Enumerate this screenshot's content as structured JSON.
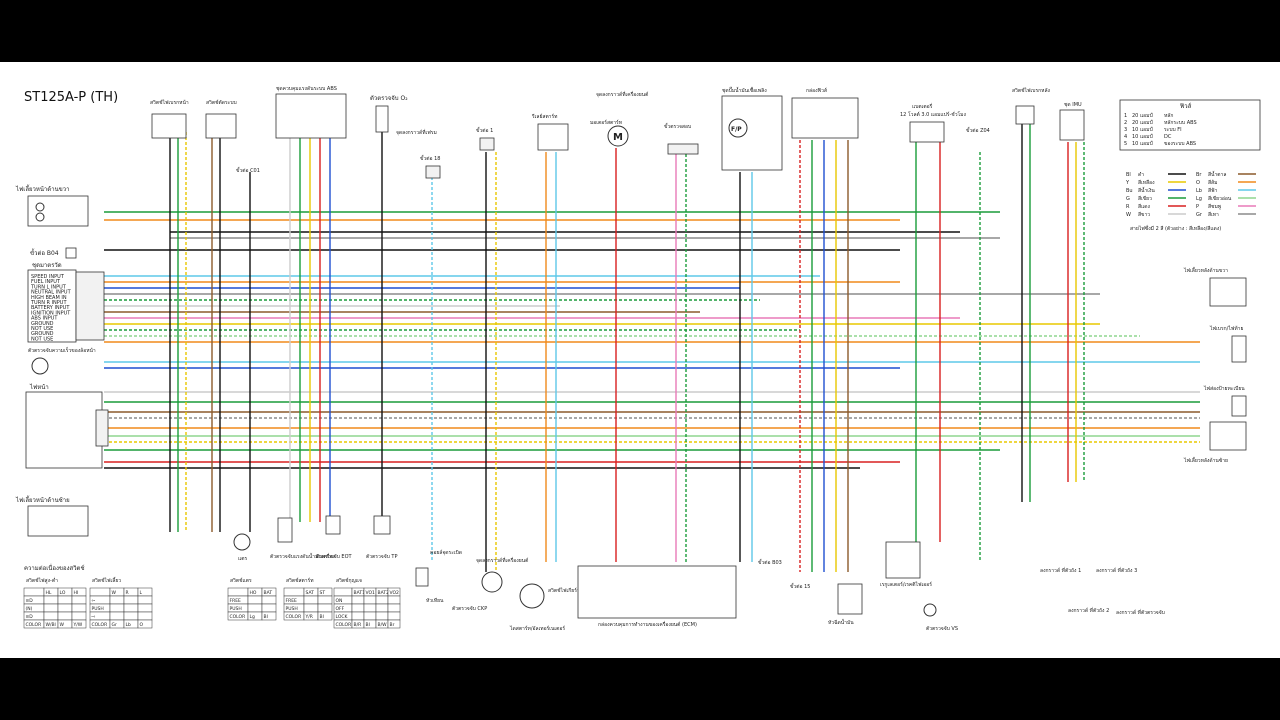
{
  "title": "ST125A-P (TH)",
  "fuse_box": {
    "title": "ฟิวส์",
    "rows": [
      {
        "no": "1",
        "amp": "20 แอมป์",
        "name": "หลัก"
      },
      {
        "no": "2",
        "amp": "20 แอมป์",
        "name": "หลักระบบ ABS"
      },
      {
        "no": "3",
        "amp": "10 แอมป์",
        "name": "ระบบ FI"
      },
      {
        "no": "4",
        "amp": "10 แอมป์",
        "name": "DC"
      },
      {
        "no": "5",
        "amp": "10 แอมป์",
        "name": "ของระบบ ABS"
      }
    ]
  },
  "color_legend": {
    "rows": [
      {
        "code": "Bl",
        "name": "ดำ",
        "color": "#111111",
        "code2": "Br",
        "name2": "สีน้ำตาล",
        "color2": "#8b5a2b"
      },
      {
        "code": "Y",
        "name": "สีเหลือง",
        "color": "#e8c800",
        "code2": "O",
        "name2": "สีส้ม",
        "color2": "#f08a1c"
      },
      {
        "code": "Bu",
        "name": "สีน้ำเงิน",
        "color": "#1f4fd1",
        "code2": "Lb",
        "name2": "สีฟ้า",
        "color2": "#5ec8e8"
      },
      {
        "code": "G",
        "name": "สีเขียว",
        "color": "#1a9c3a",
        "code2": "Lg",
        "name2": "สีเขียวอ่อน",
        "color2": "#8fd68f"
      },
      {
        "code": "R",
        "name": "สีแดง",
        "color": "#d92020",
        "code2": "P",
        "name2": "สีชมพู",
        "color2": "#e87ab8"
      },
      {
        "code": "W",
        "name": "สีขาว",
        "color": "#cccccc",
        "code2": "Gr",
        "name2": "สีเทา",
        "color2": "#8c8c8c"
      }
    ],
    "note": "สายไฟซึ่งมี 2 สี (ตัวอย่าง : สีเหลือง/สีแดง)"
  },
  "labels": {
    "turn_front_right": "ไฟเลี้ยวหน้าด้านขวา",
    "turn_front_left": "ไฟเลี้ยวหน้าด้านซ้าย",
    "b04": "ขั้วต่อ B04",
    "meter": "ชุดมาตรวัด",
    "speed_sensor": "ตัวตรวจจับความเร็วของล้อหน้า",
    "headlight": "ไฟหน้า",
    "dimmer_sw": "สวิตช์ไฟสูง-ต่ำ",
    "brake_sw_front": "สวิตช์ไฟเบรกหน้า",
    "starter_sw": "สวิตช์สตาร์ท",
    "engine_stop_sw": "สวิตช์ตัดระบบ",
    "abs_unit": "ชุดควบคุมแรงดันระบบ ABS",
    "o2_sensor": "ตัวตรวจจับ O₂",
    "ground_frame": "จุดลงกราวด์ที่เฟรม",
    "c01": "ขั้วต่อ C01",
    "c1": "ขั้วต่อ 1",
    "c18": "ขั้วต่อ 18",
    "starter_relay": "รีเลย์สตาร์ท",
    "starter_motor": "มอเตอร์สตาร์ท",
    "motor_ground": "จุดลงกราวด์ที่เครื่องยนต์",
    "dlc": "ขั้วตรวจสอบ",
    "fuel_pump": "ชุดปั๊มน้ำมันเชื้อเพลิง",
    "fuel_pump_motor": "ปั๊มน้ำมันเชื้อเพลิง",
    "fuel_level": "ตัวตรวจจับระดับน้ำมัน",
    "fuse_box_label": "กล่องฟิวส์",
    "battery": "แบตเตอรี่",
    "battery_spec": "12 โวลต์ 3.0 แอมแปร์-ชั่วโมง",
    "rear_brake_sw": "สวิตช์ไฟเบรกหลัง",
    "c204": "ขั้วต่อ Z04",
    "imu": "ชุด IMU",
    "turn_rear_right": "ไฟเลี้ยวหลังด้านขวา",
    "tail_brake": "ไฟเบรก/ไฟท้าย",
    "plate_light": "ไฟส่องป้ายทะเบียน",
    "turn_rear_left": "ไฟเลี้ยวหลังด้านซ้าย",
    "horn": "แตร",
    "oil_pressure": "ตัวตรวจจับแรงดันน้ำมันเครื่อง",
    "eot_sensor": "ตัวตรวจจับ EOT",
    "tp_sensor": "ตัวตรวจจับ TP",
    "ignition_coil": "คอยล์จุดระเบิด",
    "spark_plug": "หัวเทียน",
    "ckp_sensor": "ตัวตรวจจับ CKP",
    "ground_engine": "จุดลงกราวด์ที่เครื่องยนต์",
    "neutral_sw": "สวิตช์ไฟเกียร์ว่าง",
    "alternator": "ไดสตาร์ท/อัลเทอร์เนเตอร์",
    "ecm": "กล่องควบคุมการทำงานของเครื่องยนต์ (ECM)",
    "b03": "ขั้วต่อ B03",
    "c15": "ขั้วต่อ 15",
    "injector": "หัวฉีดน้ำมัน",
    "regulator": "เรกูเลเตอร์/เรคติไฟเออร์",
    "vs_sensor": "ตัวตรวจจับ VS",
    "ground1": "ลงกราวด์ ที่ตัวถัง 1",
    "ground2": "ลงกราวด์ ที่ตัวถัง 2",
    "ground3": "ลงกราวด์ ที่ตัวถัง 3",
    "ground_sensor": "ลงกราวด์ ที่ตัวตรวจจับ",
    "sw_cont_title": "ความต่อเนื่องของสวิตช์"
  },
  "meter_pins": [
    "SPEED INPUT",
    "FUEL INPUT",
    "TURN L INPUT",
    "NEUTRAL INPUT",
    "HIGH BEAM IN",
    "TURN R INPUT",
    "BATTERY INPUT",
    "IGNITION INPUT",
    "ABS INPUT",
    "GROUND",
    "NOT USE",
    "GROUND",
    "NOT USE"
  ],
  "switch_tables": [
    {
      "title": "สวิตช์ไฟสูง-ต่ำ",
      "head": [
        "",
        "HL",
        "LO",
        "HI"
      ],
      "rows": [
        [
          "≡D",
          "",
          "",
          ""
        ],
        [
          "(N)",
          "",
          "",
          ""
        ],
        [
          "≡D",
          "",
          "",
          ""
        ],
        [
          "COLOR",
          "W/Bl",
          "W",
          "Y/W"
        ]
      ]
    },
    {
      "title": "สวิตช์ไฟเลี้ยว",
      "head": [
        "",
        "W",
        "R",
        "L"
      ],
      "rows": [
        [
          "⇦",
          "",
          "",
          ""
        ],
        [
          "PUSH",
          "",
          "",
          ""
        ],
        [
          "⇨",
          "",
          "",
          ""
        ],
        [
          "COLOR",
          "Gr",
          "Lb",
          "O"
        ]
      ]
    },
    {
      "title": "สวิตช์แตร",
      "head": [
        "",
        "HO",
        "BAT"
      ],
      "rows": [
        [
          "FREE",
          "",
          ""
        ],
        [
          "PUSH",
          "",
          ""
        ],
        [
          "COLOR",
          "Lg",
          "Bl"
        ]
      ]
    },
    {
      "title": "สวิตช์สตาร์ท",
      "head": [
        "",
        "SAT",
        "ST"
      ],
      "rows": [
        [
          "FREE",
          "",
          ""
        ],
        [
          "PUSH",
          "",
          ""
        ],
        [
          "COLOR",
          "Y/R",
          "Bl"
        ]
      ]
    },
    {
      "title": "สวิตช์กุญแจ",
      "head": [
        "",
        "BAT1",
        "VO1",
        "BAT2",
        "VO2"
      ],
      "rows": [
        [
          "ON",
          "",
          "",
          "",
          ""
        ],
        [
          "OFF",
          "",
          "",
          "",
          ""
        ],
        [
          "LOCK",
          "",
          "",
          "",
          ""
        ],
        [
          "COLOR",
          "B/R",
          "Bl",
          "B/W",
          "Br"
        ]
      ]
    }
  ]
}
